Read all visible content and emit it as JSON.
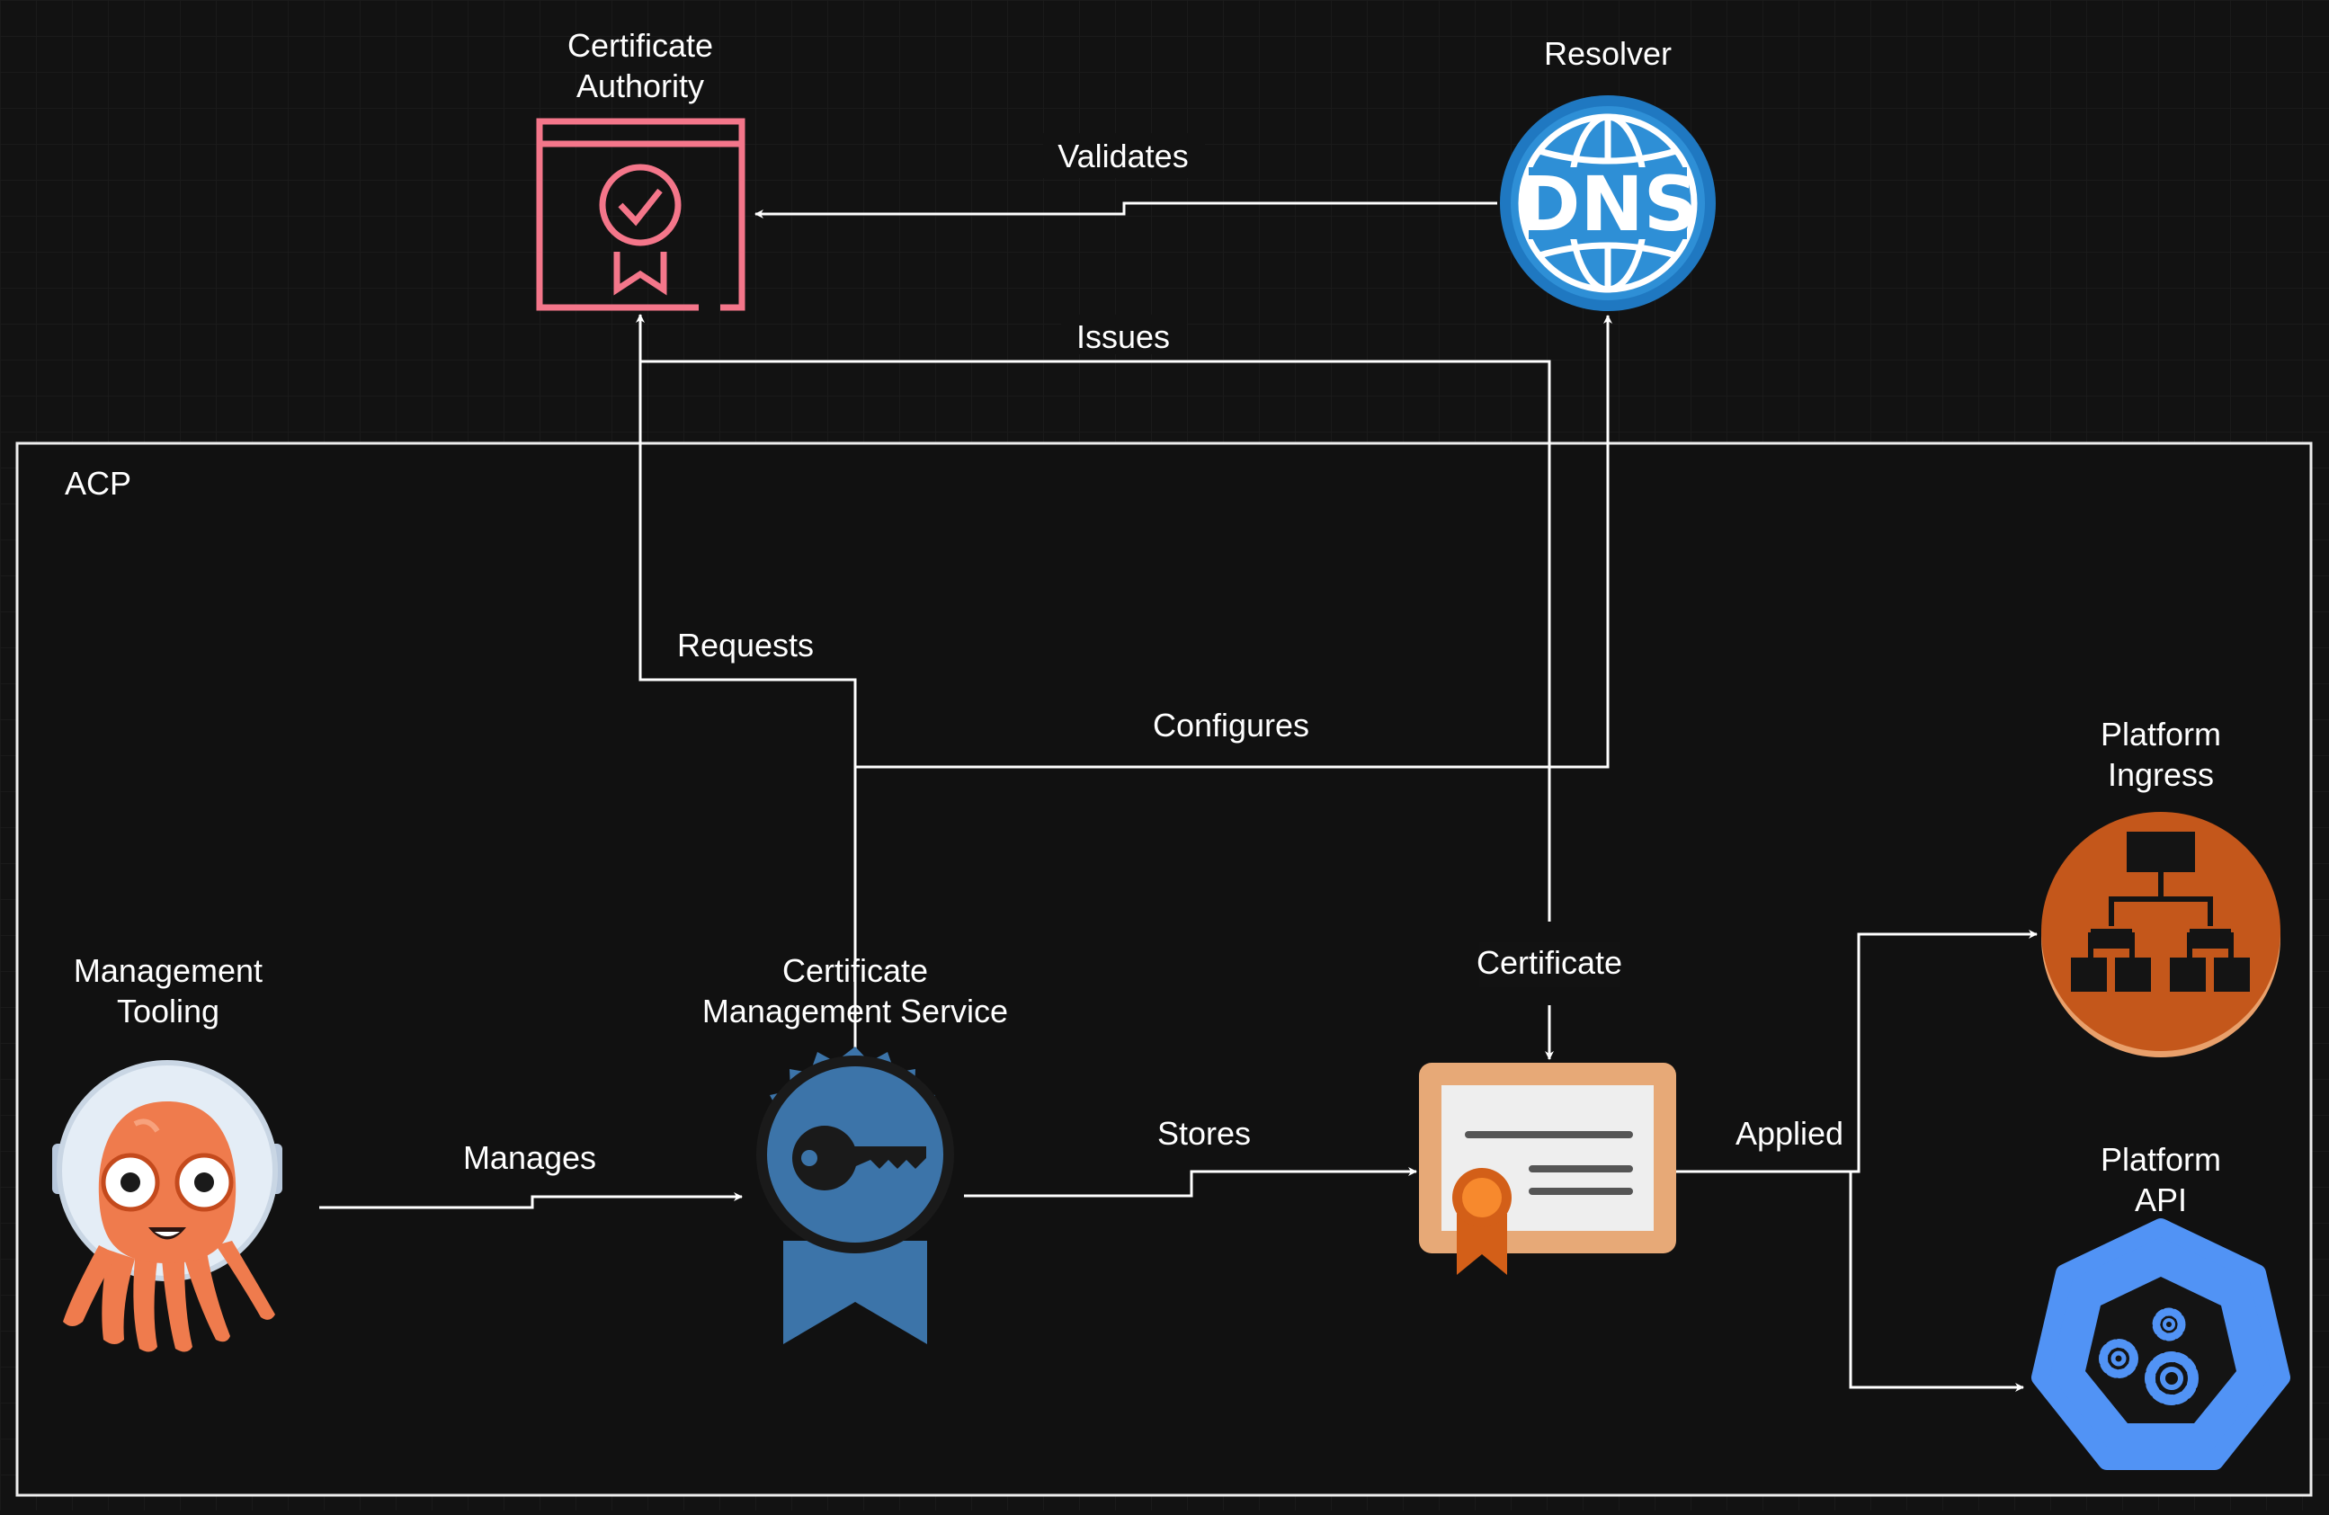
{
  "diagram": {
    "group_label": "ACP",
    "nodes": {
      "certificate_authority": {
        "line1": "Certificate",
        "line2": "Authority",
        "icon": "certificate-authority-icon",
        "color": "#f4768a"
      },
      "resolver": {
        "line1": "Resolver",
        "icon": "dns-globe-icon",
        "icon_text": "DNS",
        "color": "#1f78c1"
      },
      "management_tooling": {
        "line1": "Management",
        "line2": "Tooling",
        "icon": "octopus-mascot-icon",
        "color": "#ef7b4d"
      },
      "cert_mgmt_service": {
        "line1": "Certificate",
        "line2": "Management Service",
        "icon": "key-badge-icon",
        "color": "#3c74a9"
      },
      "certificate": {
        "line1": "Certificate",
        "icon": "certificate-document-icon",
        "color": "#e7a977"
      },
      "platform_ingress": {
        "line1": "Platform",
        "line2": "Ingress",
        "icon": "ingress-hierarchy-icon",
        "color": "#c4571b"
      },
      "platform_api": {
        "line1": "Platform",
        "line2": "API",
        "icon": "kubernetes-api-icon",
        "color": "#5193f5"
      }
    },
    "edges": {
      "validates": "Validates",
      "issues": "Issues",
      "requests": "Requests",
      "configures": "Configures",
      "manages": "Manages",
      "stores": "Stores",
      "applied": "Applied"
    }
  }
}
